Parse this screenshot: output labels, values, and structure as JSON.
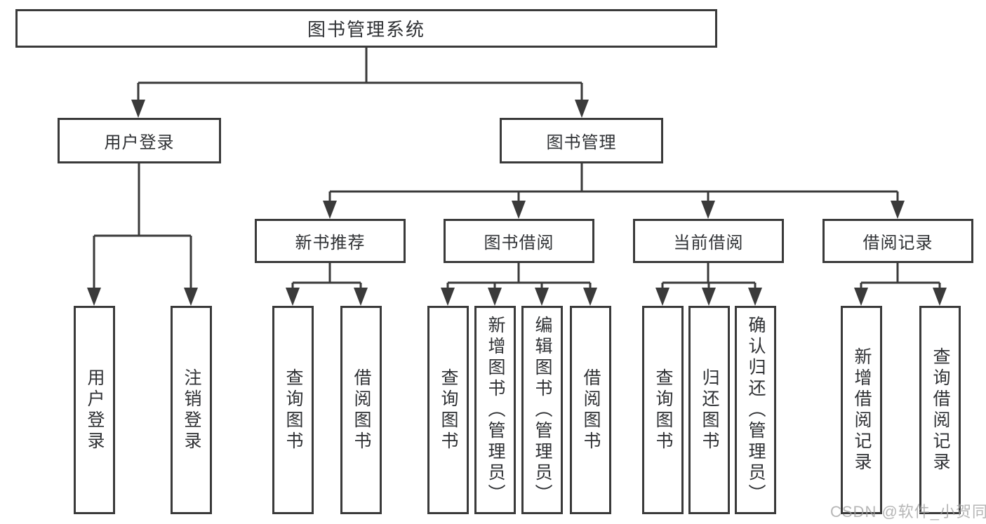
{
  "diagram": {
    "title_node": {
      "label": "图书管理系统"
    },
    "level2": {
      "user_login": {
        "label": "用户登录"
      },
      "book_mgmt": {
        "label": "图书管理"
      }
    },
    "level3": {
      "new_books": {
        "label": "新书推荐"
      },
      "book_borrow": {
        "label": "图书借阅"
      },
      "current_borrow": {
        "label": "当前借阅"
      },
      "borrow_records": {
        "label": "借阅记录"
      }
    },
    "leaves": {
      "login": "用户登录",
      "logout": "注销登录",
      "nb_query_books": "查询图书",
      "nb_borrow_books": "借阅图书",
      "bb_query_books": "查询图书",
      "bb_add_books_admin": "新增图书（管理员）",
      "bb_edit_books_admin": "编辑图书（管理员）",
      "bb_borrow_books": "借阅图书",
      "cb_query_books": "查询图书",
      "cb_return_books": "归还图书",
      "cb_confirm_return_admin": "确认归还（管理员）",
      "br_add_record": "新增借阅记录",
      "br_query_record": "查询借阅记录"
    }
  },
  "watermark": {
    "text": "CSDN @软件_小贺同学"
  },
  "colors": {
    "line": "#3a3a3a",
    "text": "#2f3134",
    "box_fill": "#ffffff",
    "watermark": "#9e9e9e"
  }
}
